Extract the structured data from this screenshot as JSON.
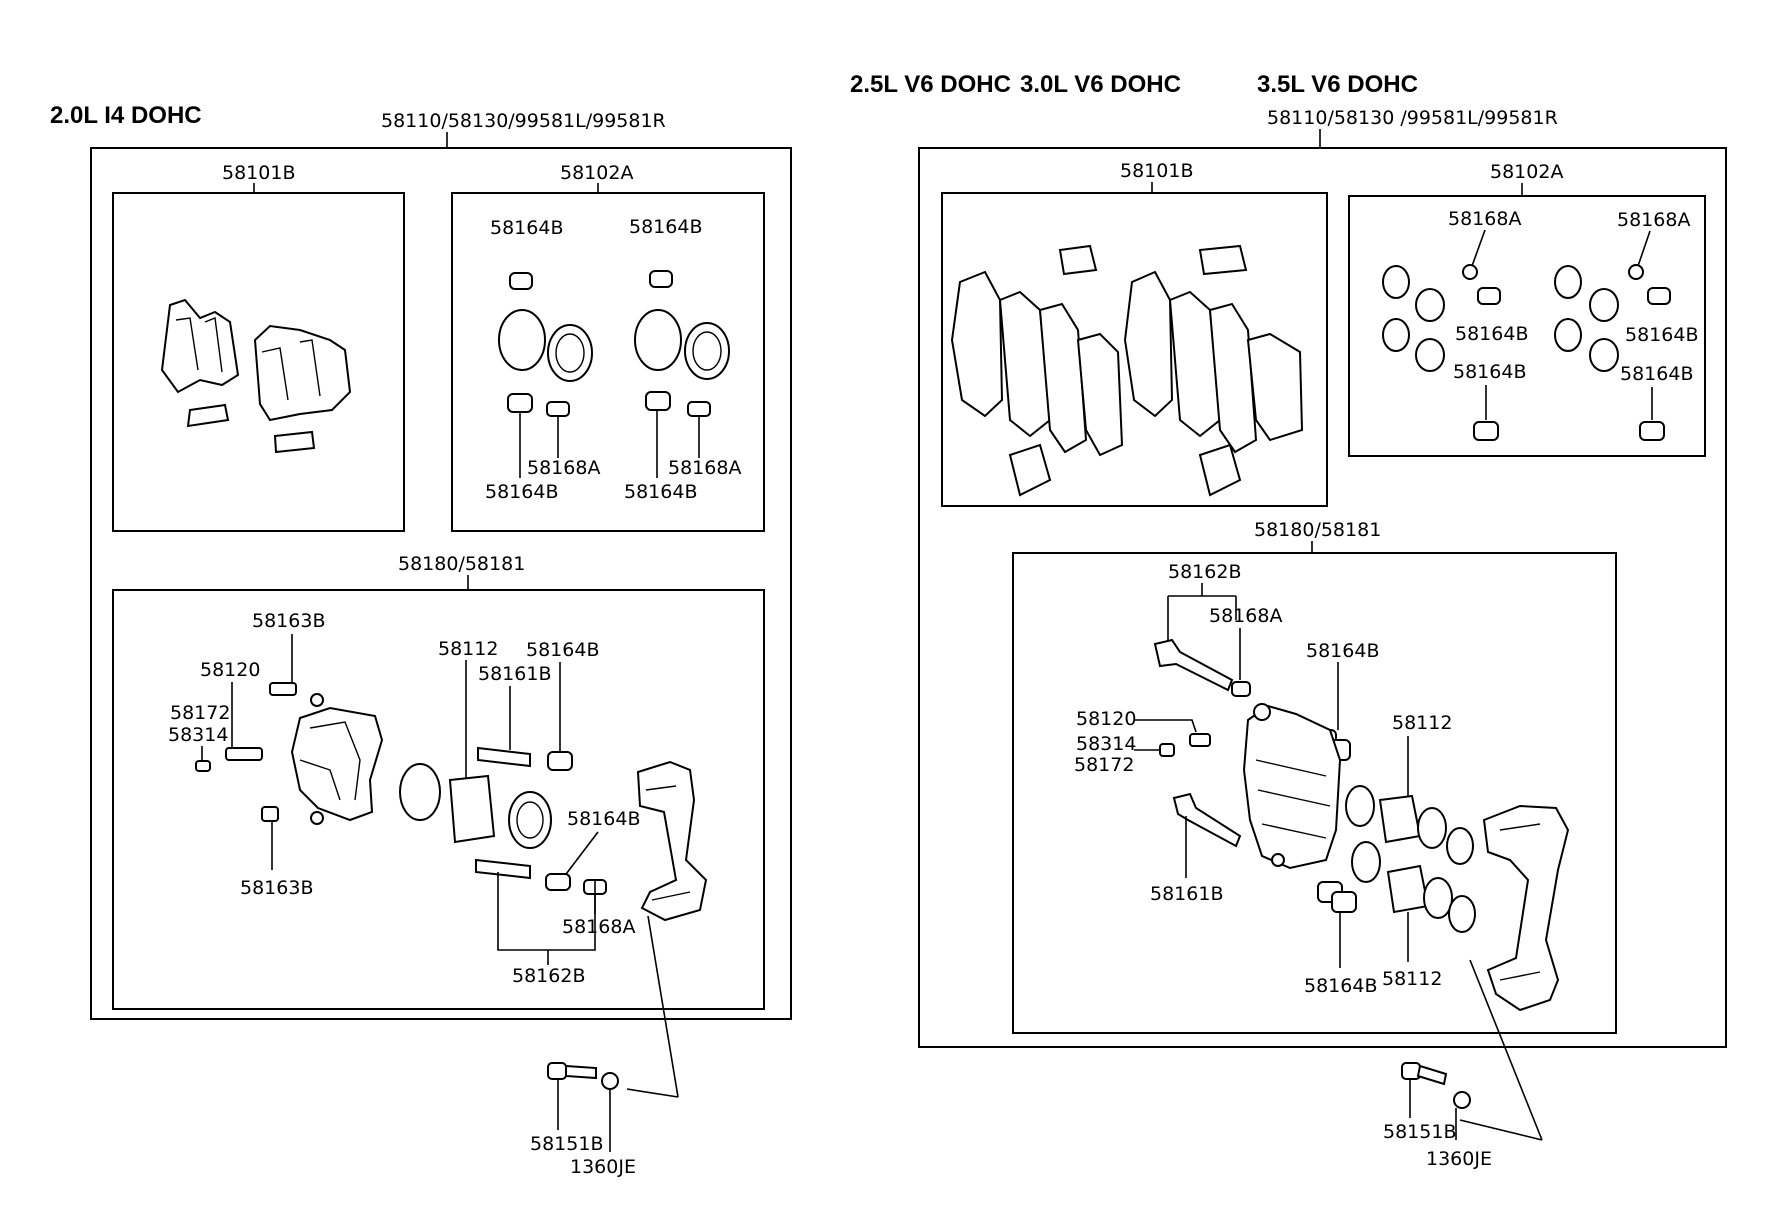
{
  "left": {
    "engine_heading": "2.0L I4 DOHC",
    "assembly_label": "58110/58130/99581L/99581R",
    "pad_kit": "58101B",
    "seal_kit": "58102A",
    "seal_kit_parts": {
      "boot_top_left": "58164B",
      "boot_top_right": "58164B",
      "boot_bottom_left": "58164B",
      "boot_bottom_right": "58164B",
      "cap_left": "58168A",
      "cap_right": "58168A"
    },
    "caliper_assembly": "58180/58181",
    "caliper_parts": {
      "bolt_top": "58163B",
      "bleeder": "58120",
      "cap_upper": "58172",
      "cap_lower": "58314",
      "bolt_bottom": "58163B",
      "piston": "58112",
      "guide_pin": "58161B",
      "boot_top": "58164B",
      "boot_mid": "58164B",
      "cap": "58168A",
      "pin_bolt": "58162B"
    },
    "bolt": "58151B",
    "washer": "1360JE"
  },
  "right": {
    "engine_headings": [
      "2.5L V6 DOHC",
      "3.0L V6 DOHC",
      "3.5L V6 DOHC"
    ],
    "assembly_label": "58110/58130 /99581L/99581R",
    "pad_kit": "58101B",
    "seal_kit": "58102A",
    "seal_kit_parts": {
      "cap_left": "58168A",
      "cap_right": "58168A",
      "boot_upper_left": "58164B",
      "boot_upper_right": "58164B",
      "boot_lower_left": "58164B",
      "boot_lower_right": "58164B"
    },
    "caliper_assembly": "58180/58181",
    "caliper_parts": {
      "pin_bolt": "58162B",
      "cap": "58168A",
      "boot_top": "58164B",
      "bleeder": "58120",
      "cap_a": "58314",
      "cap_b": "58172",
      "piston_top": "58112",
      "guide_pin": "58161B",
      "boot_bottom": "58164B",
      "piston_bottom": "58112"
    },
    "bolt": "58151B",
    "washer": "1360JE"
  }
}
